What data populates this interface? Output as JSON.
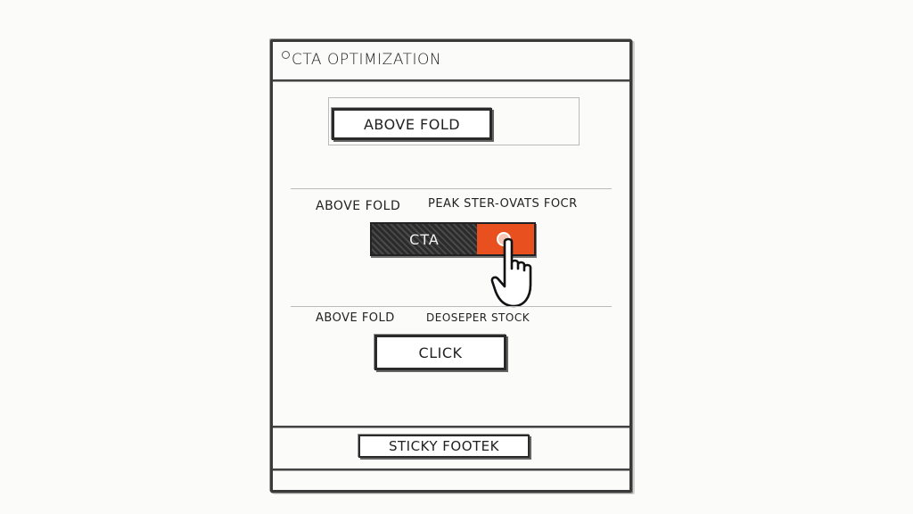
{
  "wireframe": {
    "title": "CTA OPTIMIZATION",
    "sections": [
      {
        "button_label": "ABOVE FOLD"
      },
      {
        "label_left": "ABOVE FOLD",
        "label_right": "PEAK STER-OVATS FOCR",
        "cta_label": "CTA"
      },
      {
        "label_left": "ABOVE FOLD",
        "label_right": "DEOSEPER STOCK",
        "button_label": "CLICK"
      }
    ],
    "footer": {
      "label": "STICKY FOOTEK"
    }
  },
  "colors": {
    "accent": "#e8511f",
    "cta_dark": "#2b2b2b",
    "ink": "#222222"
  },
  "icons": {
    "pointer": "hand-pointer-icon",
    "title_marker": "circle-icon"
  }
}
